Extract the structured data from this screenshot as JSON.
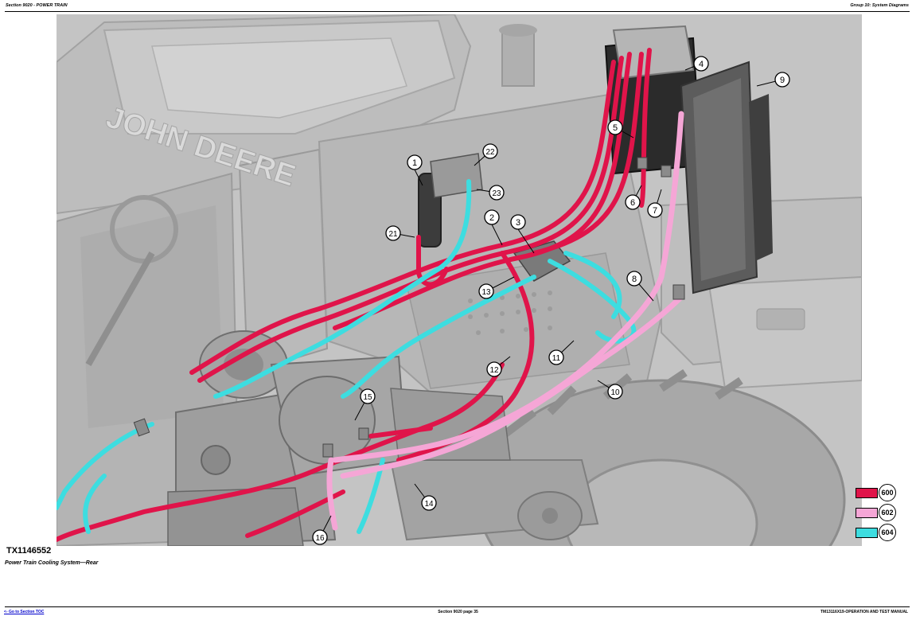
{
  "header": {
    "left": "Section 9020 - POWER TRAIN",
    "right": "Group 10: System Diagrams"
  },
  "diagram": {
    "brand_text": "JOHN DEERE",
    "figure_id": "TX1146552",
    "caption": "Power Train Cooling System—Rear",
    "callouts": [
      "1",
      "2",
      "3",
      "4",
      "5",
      "6",
      "7",
      "8",
      "9",
      "10",
      "11",
      "12",
      "13",
      "14",
      "15",
      "16",
      "21",
      "22",
      "23"
    ]
  },
  "legend": [
    {
      "code": "600",
      "color": "#e0144a"
    },
    {
      "code": "602",
      "color": "#f5a6d6"
    },
    {
      "code": "604",
      "color": "#3ddde0"
    }
  ],
  "footer": {
    "link": "<- Go to Section TOC",
    "center": "Section 9020 page 35",
    "right": "TM13116X19-OPERATION AND TEST MANUAL"
  }
}
